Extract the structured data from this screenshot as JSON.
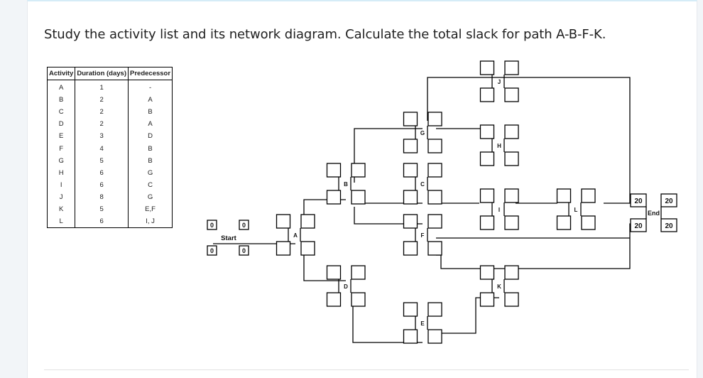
{
  "question": "Study the activity list and its network diagram. Calculate the total slack for path A-B-F-K.",
  "table": {
    "headers": [
      "Activity",
      "Duration (days)",
      "Predecessor"
    ],
    "rows": [
      [
        "A",
        "1",
        "-"
      ],
      [
        "B",
        "2",
        "A"
      ],
      [
        "C",
        "2",
        "B"
      ],
      [
        "D",
        "2",
        "A"
      ],
      [
        "E",
        "3",
        "D"
      ],
      [
        "F",
        "4",
        "B"
      ],
      [
        "G",
        "5",
        "B"
      ],
      [
        "H",
        "6",
        "G"
      ],
      [
        "I",
        "6",
        "C"
      ],
      [
        "J",
        "8",
        "G"
      ],
      [
        "K",
        "5",
        "E,F"
      ],
      [
        "L",
        "6",
        "I, J"
      ]
    ]
  },
  "diagram": {
    "start": {
      "label": "Start",
      "es": "0",
      "ef": "0",
      "ls": "0",
      "lf": "0"
    },
    "end": {
      "label": "End",
      "es": "20",
      "ef": "20",
      "ls": "20",
      "lf": "20"
    },
    "nodes": [
      "A",
      "B",
      "C",
      "D",
      "E",
      "F",
      "G",
      "H",
      "I",
      "J",
      "K",
      "L"
    ]
  }
}
